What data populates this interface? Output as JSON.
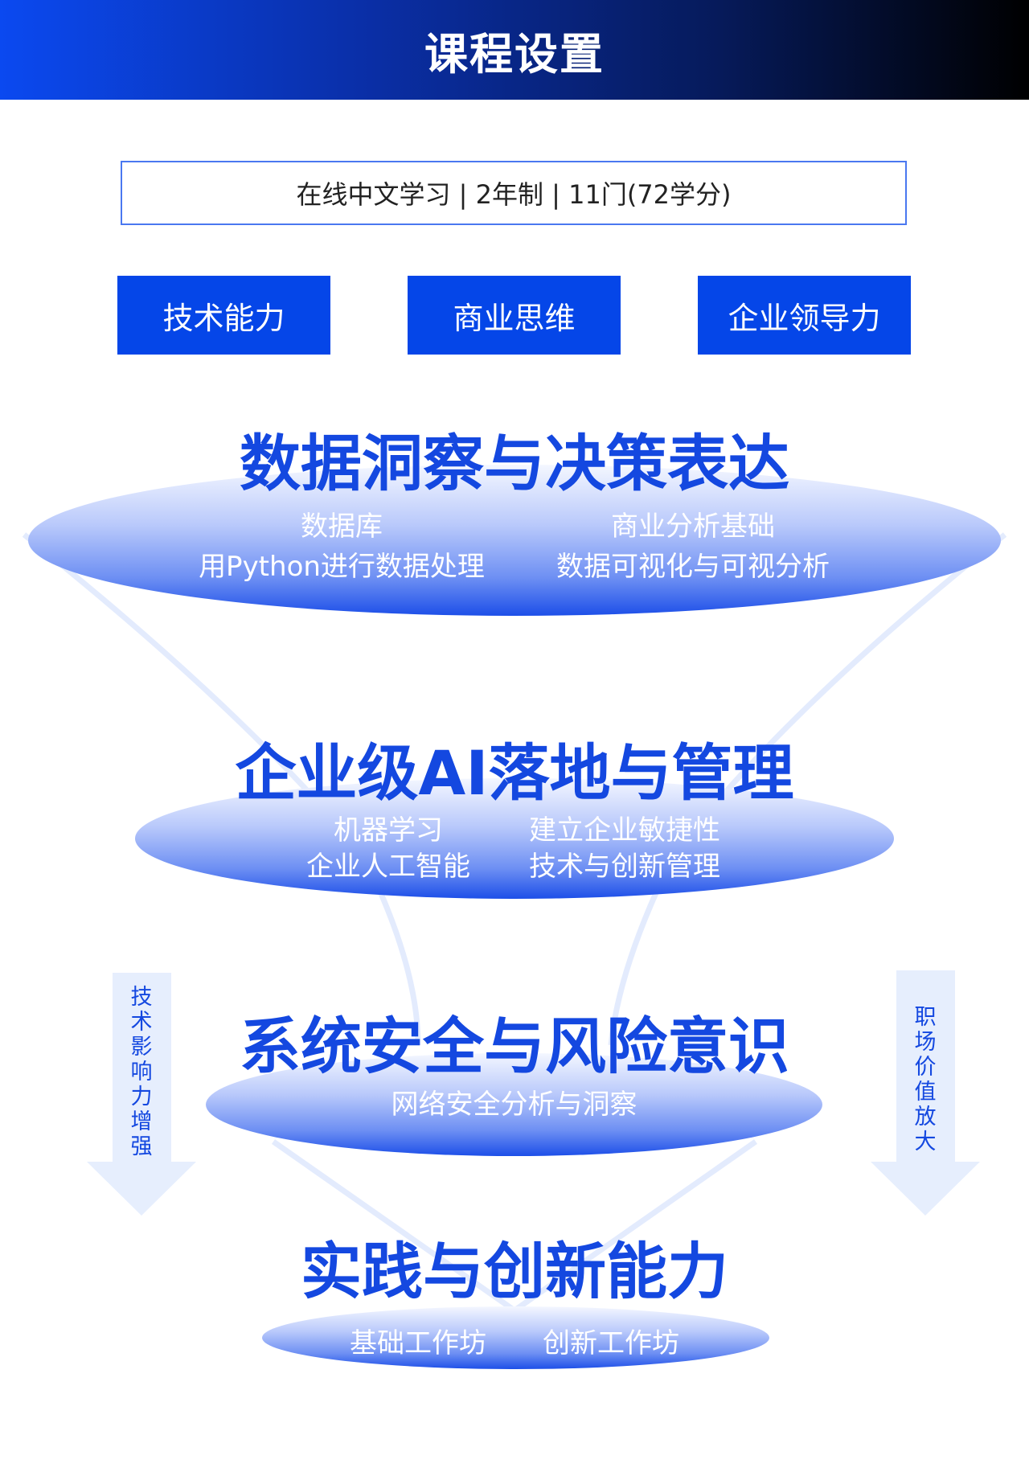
{
  "header": {
    "title": "课程设置"
  },
  "info": {
    "text": "在线中文学习 | 2年制 | 11门(72学分)"
  },
  "pillars": [
    {
      "label": "技术能力"
    },
    {
      "label": "商业思维"
    },
    {
      "label": "企业领导力"
    }
  ],
  "levels": [
    {
      "title": "数据洞察与决策表达",
      "items": [
        "数据库",
        "商业分析基础",
        "用Python进行数据处理",
        "数据可视化与可视分析"
      ]
    },
    {
      "title": "企业级AI落地与管理",
      "items": [
        "机器学习",
        "建立企业敏捷性",
        "企业人工智能",
        "技术与创新管理"
      ]
    },
    {
      "title": "系统安全与风险意识",
      "items": [
        "网络安全分析与洞察"
      ]
    },
    {
      "title": "实践与创新能力",
      "items": [
        "基础工作坊",
        "创新工作坊"
      ]
    }
  ],
  "side": {
    "left": "技术影响力增强",
    "right": "职场价值放大"
  },
  "colors": {
    "accent": "#0546e8",
    "heading": "#1448e0"
  }
}
